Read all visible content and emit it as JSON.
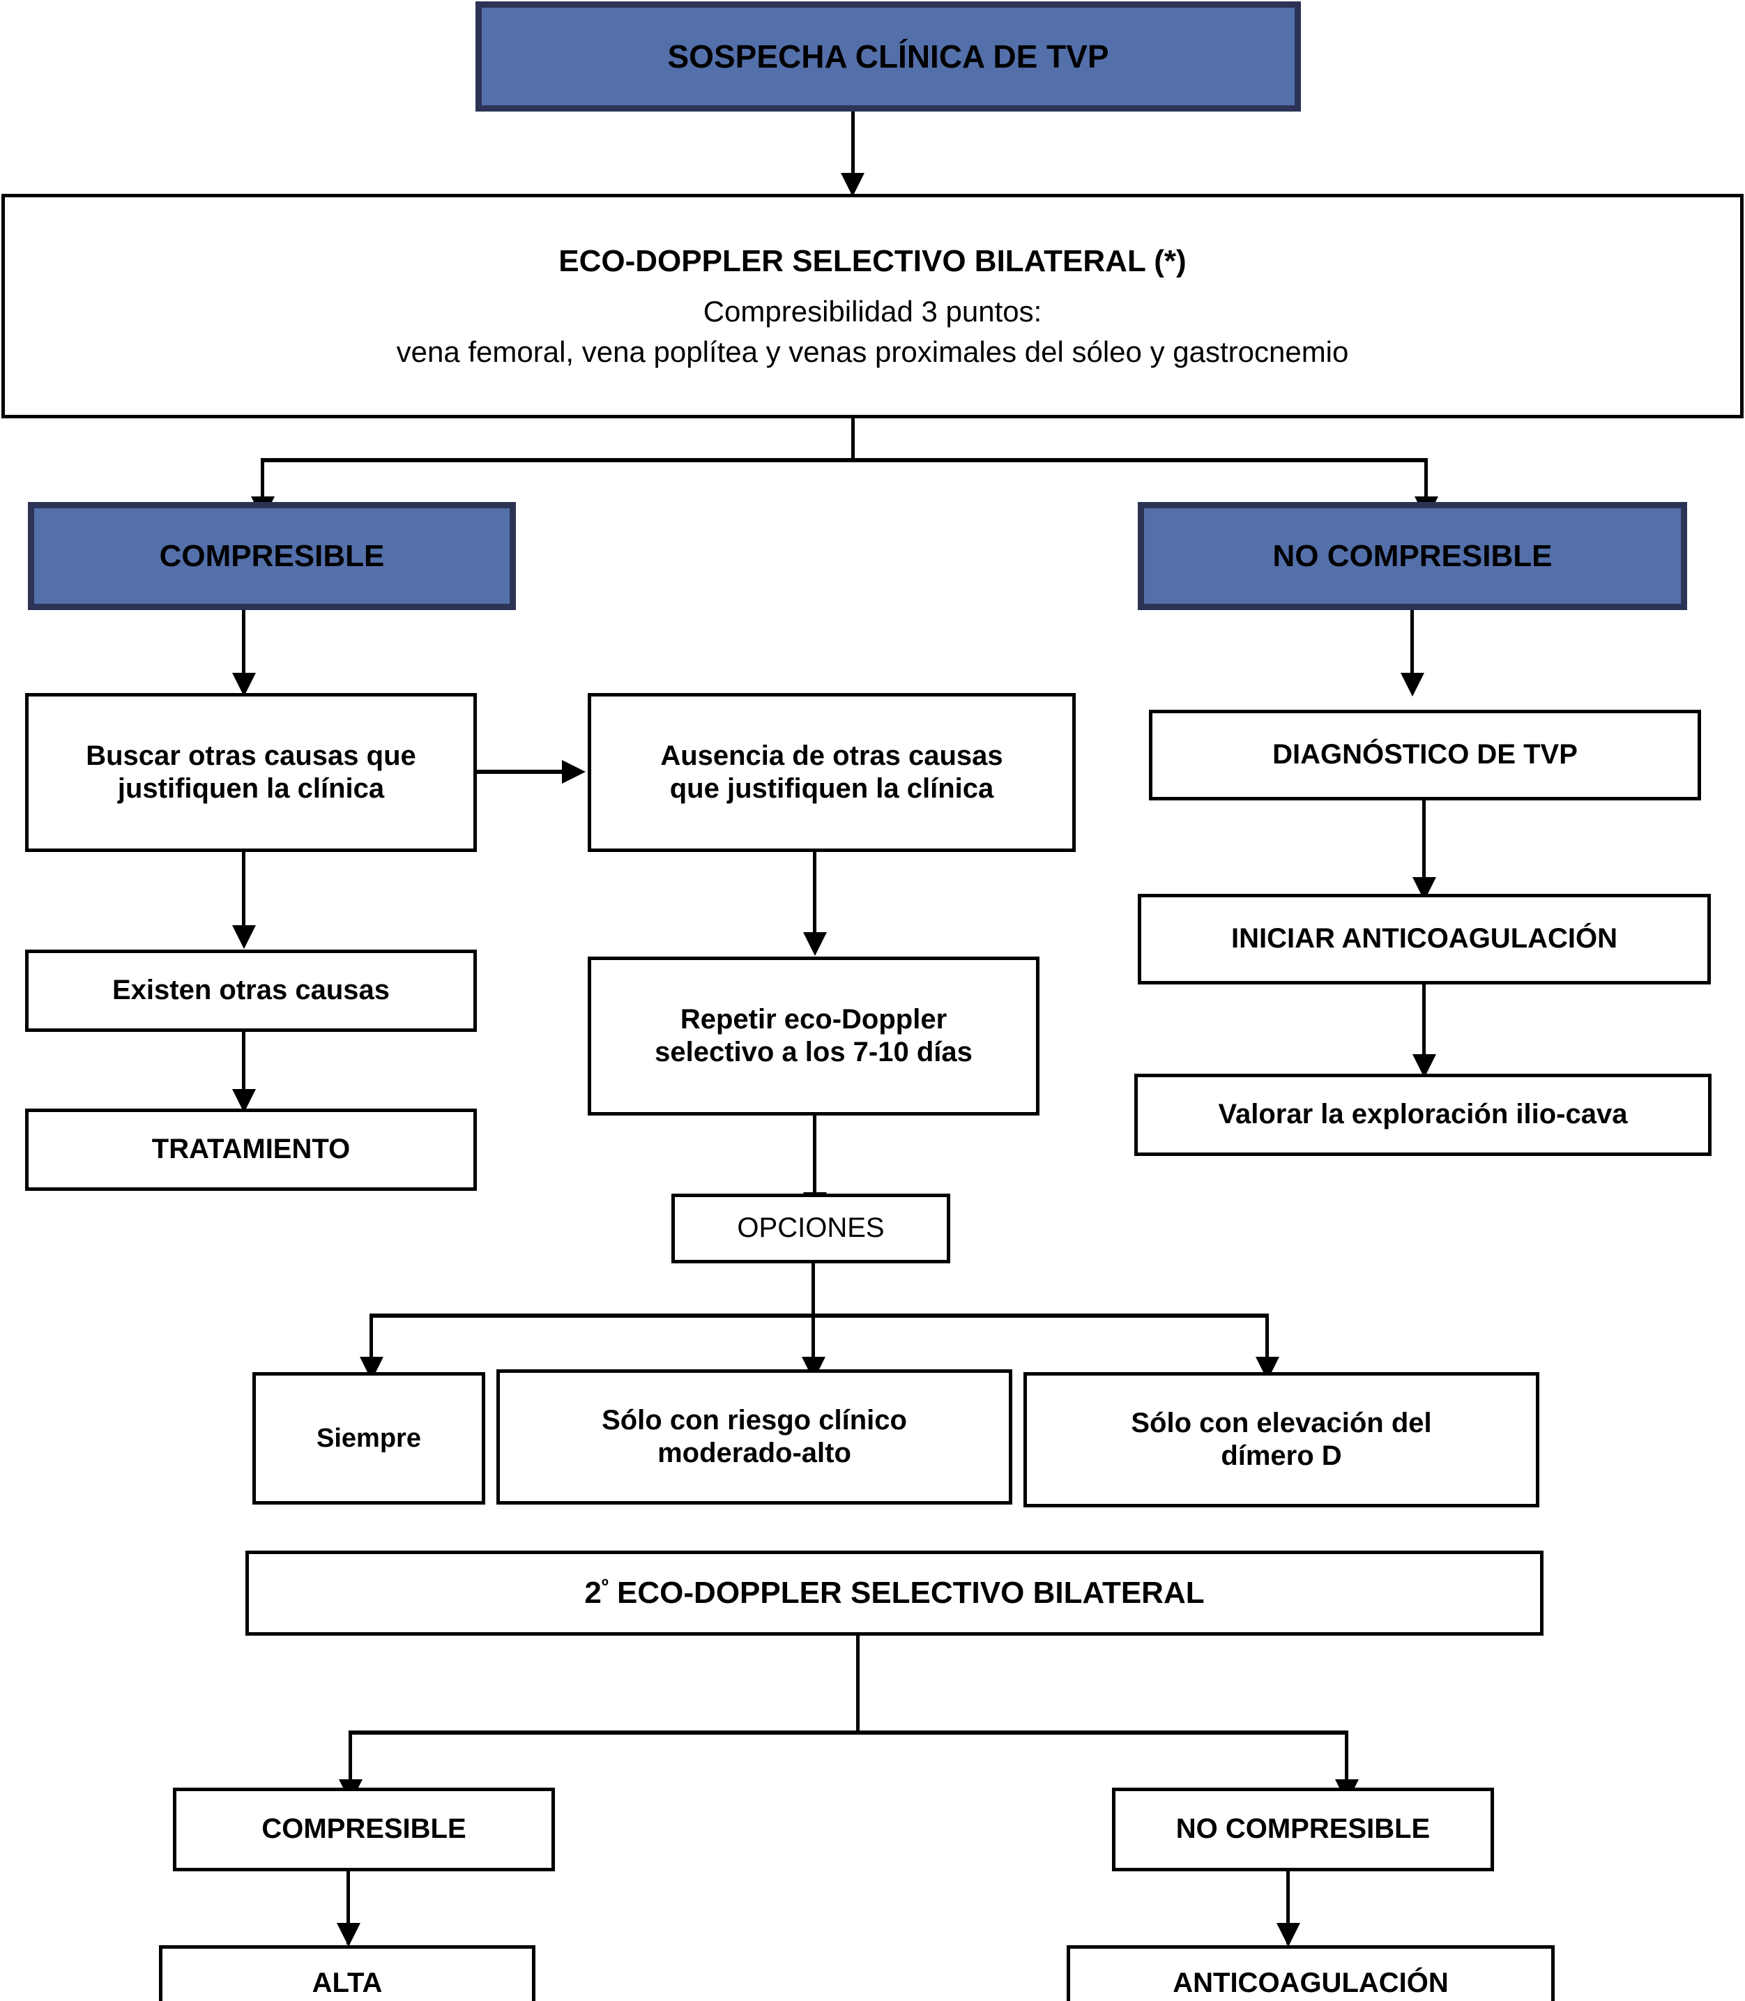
{
  "diagram": {
    "title": "SOSPECHA CLÍNICA DE TVP",
    "language": "es",
    "accent_blue_fill": "#5470AB",
    "accent_blue_border": "#2C3355",
    "line_color": "#000000",
    "box_fill": "#FFFFFF"
  },
  "nodes": {
    "sospecha": "SOSPECHA CLÍNICA DE TVP",
    "eco_heading": "ECO-DOPPLER SELECTIVO BILATERAL (*)",
    "eco_line1": "Compresibilidad 3 puntos:",
    "eco_line2": "vena femoral, vena poplítea y venas proximales del sóleo y gastrocnemio",
    "compresible": "COMPRESIBLE",
    "no_compresible": "NO COMPRESIBLE",
    "buscar_l1": "Buscar otras causas que",
    "buscar_l2": "justifiquen la clínica",
    "ausencia_l1": "Ausencia de otras causas",
    "ausencia_l2": "que justifiquen la clínica",
    "diagnostico": "DIAGNÓSTICO DE TVP",
    "existen": "Existen otras causas",
    "repetir_l1": "Repetir eco-Doppler",
    "repetir_l2": "selectivo a los 7-10 días",
    "iniciar": "INICIAR ANTICOAGULACIÓN",
    "tratamiento": "TRATAMIENTO",
    "valorar": "Valorar la exploración ilio-cava",
    "opciones": "OPCIONES",
    "siempre": "Siempre",
    "riesgo_l1": "Sólo con riesgo clínico",
    "riesgo_l2": "moderado-alto",
    "dimero_l1": "Sólo con elevación del",
    "dimero_l2": "dímero D",
    "segundo_eco_prefix": "2",
    "segundo_eco_sup": "º",
    "segundo_eco_rest": " ECO-DOPPLER SELECTIVO BILATERAL",
    "compresible2": "COMPRESIBLE",
    "no_compresible2": "NO COMPRESIBLE",
    "alta": "ALTA",
    "anticoagulacion": "ANTICOAGULACIÓN"
  }
}
